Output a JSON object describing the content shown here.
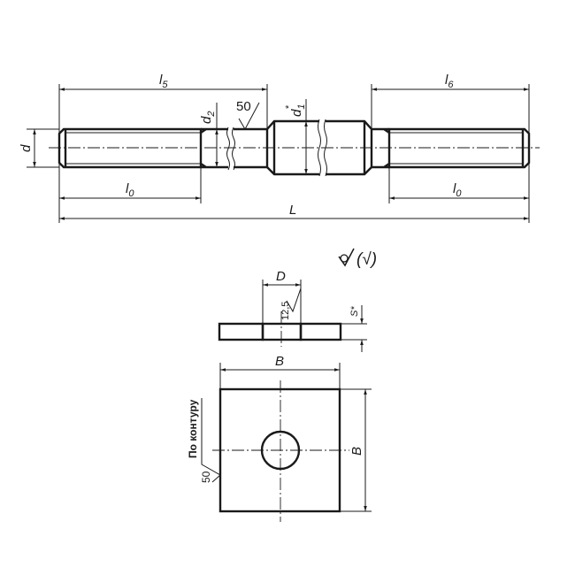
{
  "stud": {
    "dims": {
      "l5": "l",
      "l5_sub": "5",
      "l6": "l",
      "l6_sub": "6",
      "l0_left": "l",
      "l0_left_sub": "0",
      "l0_right": "l",
      "l0_right_sub": "0",
      "L": "L",
      "d": "d",
      "d2": "d",
      "d2_sub": "2",
      "d1": "d",
      "d1_sub": "1",
      "d1_star": "*"
    },
    "roughness": "50"
  },
  "general_roughness": "(√)",
  "washer": {
    "D": "D",
    "S": "S*",
    "roughness_hole": "12,5",
    "B_top": "B",
    "B_side": "B",
    "contour_note": "По контуру",
    "roughness_contour": "50"
  },
  "colors": {
    "line": "#1a1a1a",
    "background": "#ffffff"
  }
}
